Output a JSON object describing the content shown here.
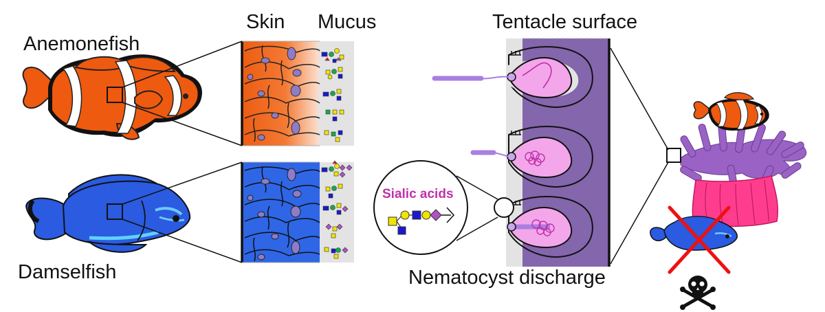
{
  "labels": {
    "anemonefish": "Anemonefish",
    "damselfish": "Damselfish",
    "skin": "Skin",
    "mucus": "Mucus",
    "tentacle_surface": "Tentacle surface",
    "nematocyst_discharge": "Nematocyst discharge",
    "sialic_acids": "Sialic acids"
  },
  "colors": {
    "clownfish_orange": "#ee5a10",
    "damselfish_blue": "#2a5be0",
    "skin_orange": "#f06a1c",
    "skin_blue": "#2e66e6",
    "mucus_gray": "#e3e3e3",
    "tentacle_purple": "#8466ac",
    "nematocyst_pink": "#f3a6ea",
    "anemone_pink": "#ff3d8e",
    "sialic_magenta": "#c030a8",
    "glycan_yellow": "#f2e400",
    "glycan_blue": "#1a1acc",
    "glycan_green": "#1aa84a",
    "glycan_purple": "#b052c2",
    "cross_red": "#ee1111"
  },
  "icons": [
    "anemonefish-icon",
    "damselfish-icon",
    "sea-anemone-icon",
    "skull-crossbones-icon",
    "red-x-icon"
  ]
}
